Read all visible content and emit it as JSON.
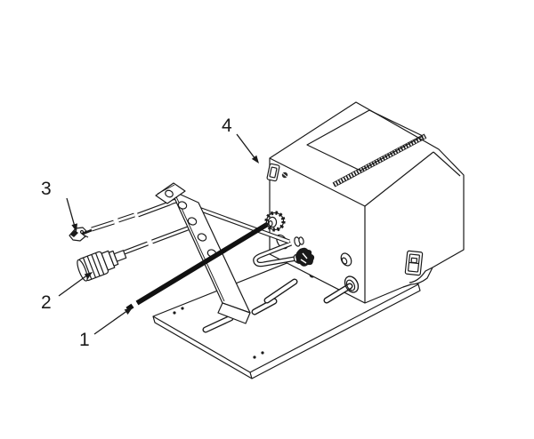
{
  "figure": {
    "kind": "isometric technical line drawing",
    "background_color": "#ffffff",
    "line_color": "#1a1a1a",
    "cable_color": "#111111",
    "callouts": [
      {
        "label": "1",
        "target": "fiber-cable"
      },
      {
        "label": "2",
        "target": "cable-connector"
      },
      {
        "label": "3",
        "target": "clip-connector"
      },
      {
        "label": "4",
        "target": "console-switch-corner"
      }
    ]
  }
}
